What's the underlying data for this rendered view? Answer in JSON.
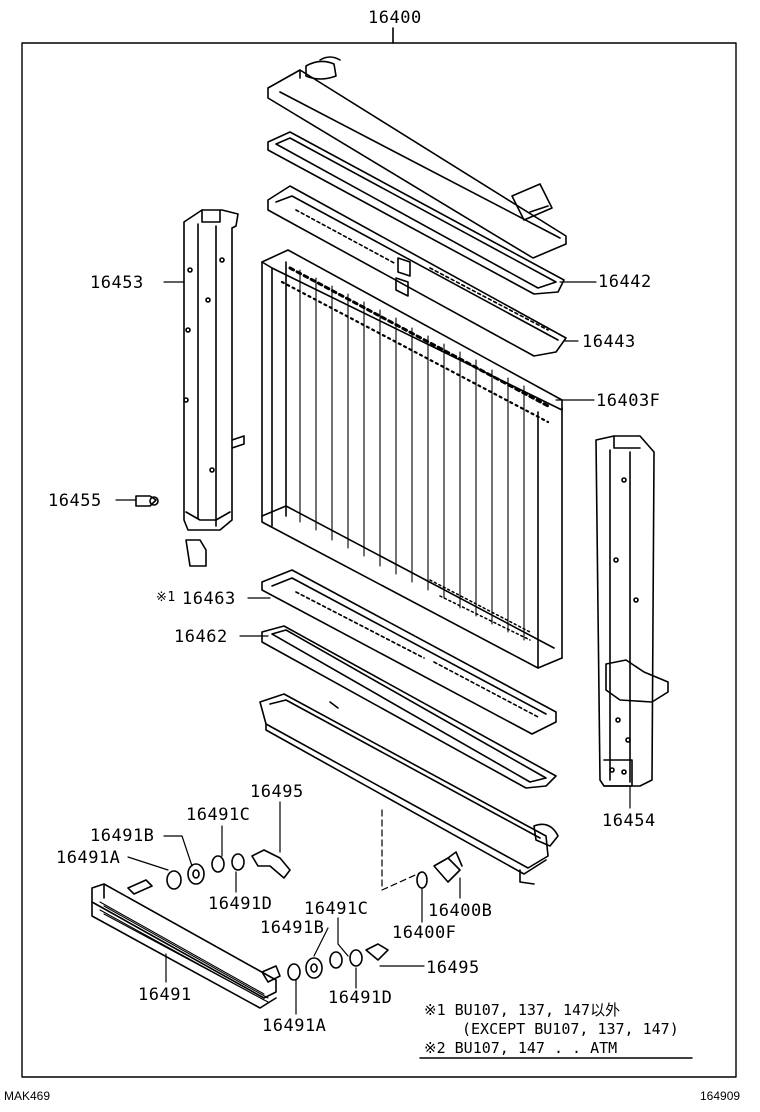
{
  "assembly_number": "16400",
  "labels": {
    "l16442": "16442",
    "l16443": "16443",
    "l16403F": "16403F",
    "l16453": "16453",
    "l16455": "16455",
    "l16463": "16463",
    "l16463_mark": "※1",
    "l16462": "16462",
    "l16454": "16454",
    "l16495_top": "16495",
    "l16491C_left": "16491C",
    "l16491B_left": "16491B",
    "l16491A_left": "16491A",
    "l16491D_left": "16491D",
    "l16491": "16491",
    "l16491C_right": "16491C",
    "l16491B_right": "16491B",
    "l16400B": "16400B",
    "l16400F": "16400F",
    "l16495_right": "16495",
    "l16491D_right": "16491D",
    "l16491A_right": "16491A"
  },
  "notes": {
    "note1_line1": "※1 BU107, 137, 147以外",
    "note1_line2": "(EXCEPT BU107, 137, 147)",
    "note2": "※2 BU107, 147 . . ATM"
  },
  "footer": {
    "left_code": "MAK469",
    "right_code": "164909"
  }
}
